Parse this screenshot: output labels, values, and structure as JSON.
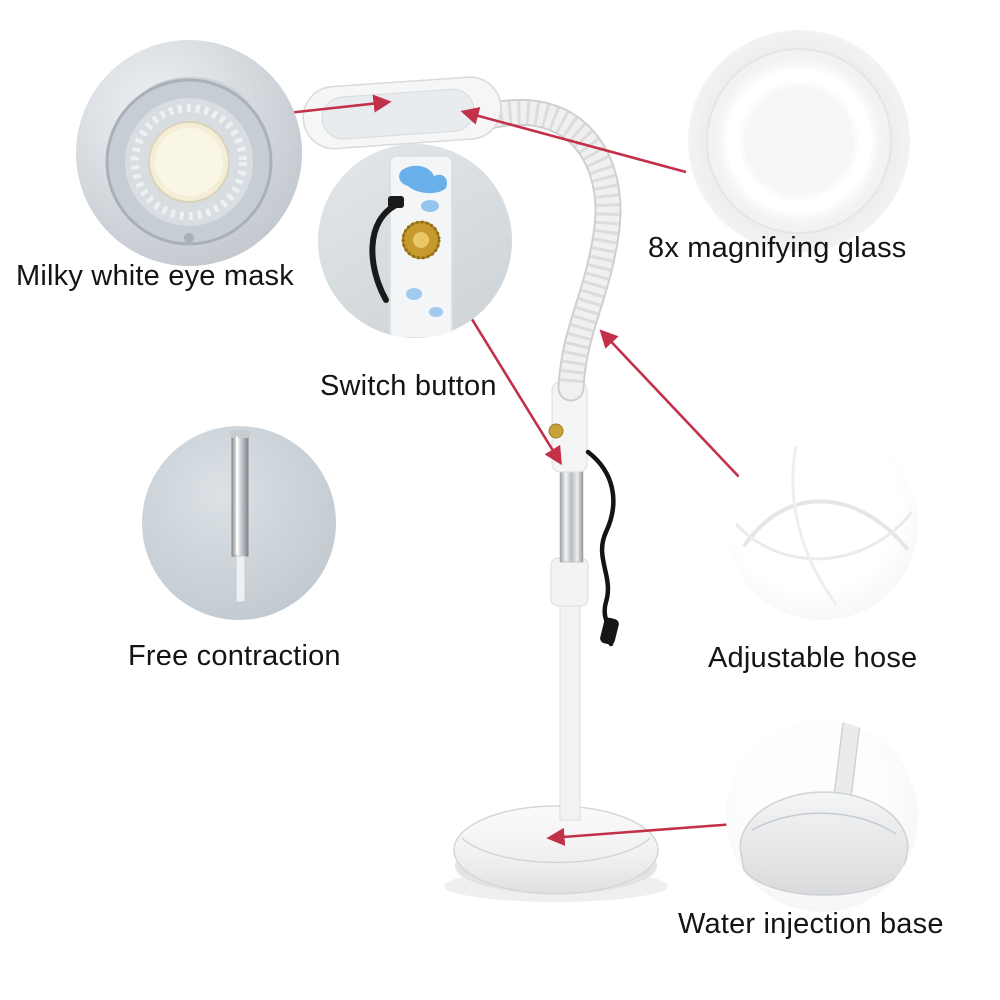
{
  "product_diagram": {
    "labels": {
      "eye_mask": "Milky white eye mask",
      "magnifying_glass": "8x magnifying glass",
      "switch_button": "Switch button",
      "free_contraction": "Free contraction",
      "adjustable_hose": "Adjustable hose",
      "water_base": "Water injection base"
    },
    "colors": {
      "arrow": "#c2304a",
      "background": "#ffffff"
    }
  }
}
